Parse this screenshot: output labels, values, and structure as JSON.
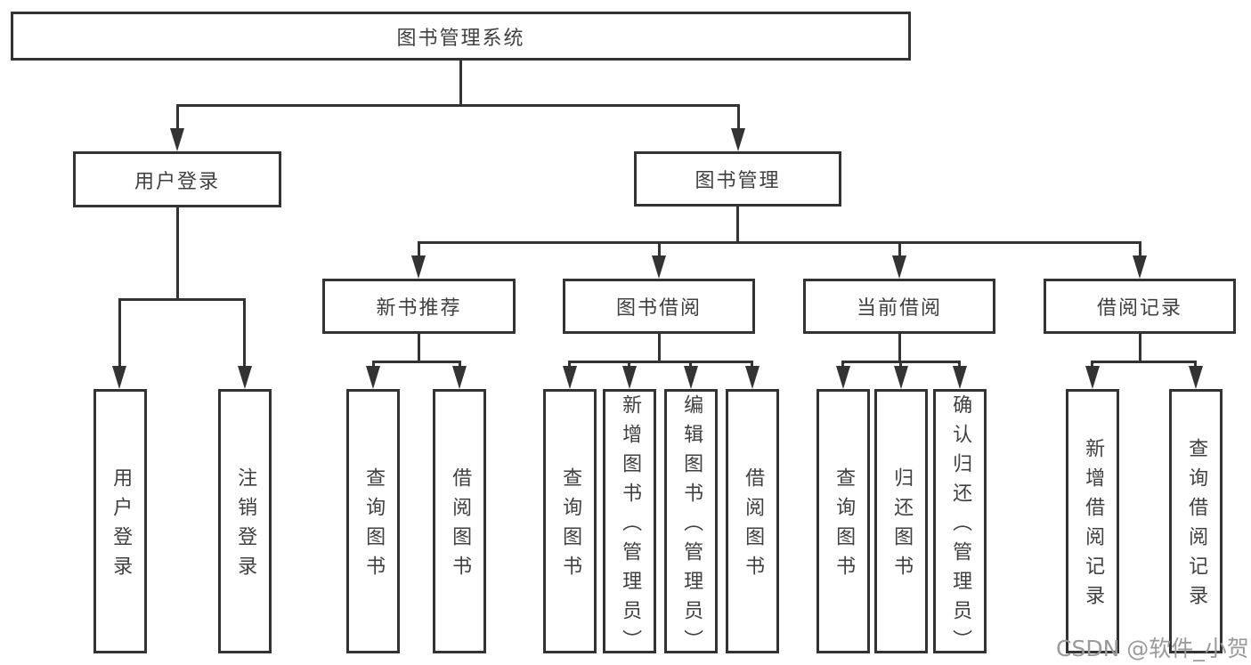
{
  "colors": {
    "line": "#333333",
    "text": "#404040",
    "watermark": "#9a9a9a",
    "background": "#ffffff"
  },
  "watermark": "CSDN @软件_小贺同学",
  "tree": {
    "label": "图书管理系统",
    "children": [
      {
        "label": "用户登录",
        "children": [
          {
            "label": "用户登录"
          },
          {
            "label": "注销登录"
          }
        ]
      },
      {
        "label": "图书管理",
        "children": [
          {
            "label": "新书推荐",
            "children": [
              {
                "label": "查询图书"
              },
              {
                "label": "借阅图书"
              }
            ]
          },
          {
            "label": "图书借阅",
            "children": [
              {
                "label": "查询图书"
              },
              {
                "label": "新增图书（管理员）"
              },
              {
                "label": "编辑图书（管理员）"
              },
              {
                "label": "借阅图书"
              }
            ]
          },
          {
            "label": "当前借阅",
            "children": [
              {
                "label": "查询图书"
              },
              {
                "label": "归还图书"
              },
              {
                "label": "确认归还（管理员）"
              }
            ]
          },
          {
            "label": "借阅记录",
            "children": [
              {
                "label": "新增借阅记录"
              },
              {
                "label": "查询借阅记录"
              }
            ]
          }
        ]
      }
    ]
  }
}
